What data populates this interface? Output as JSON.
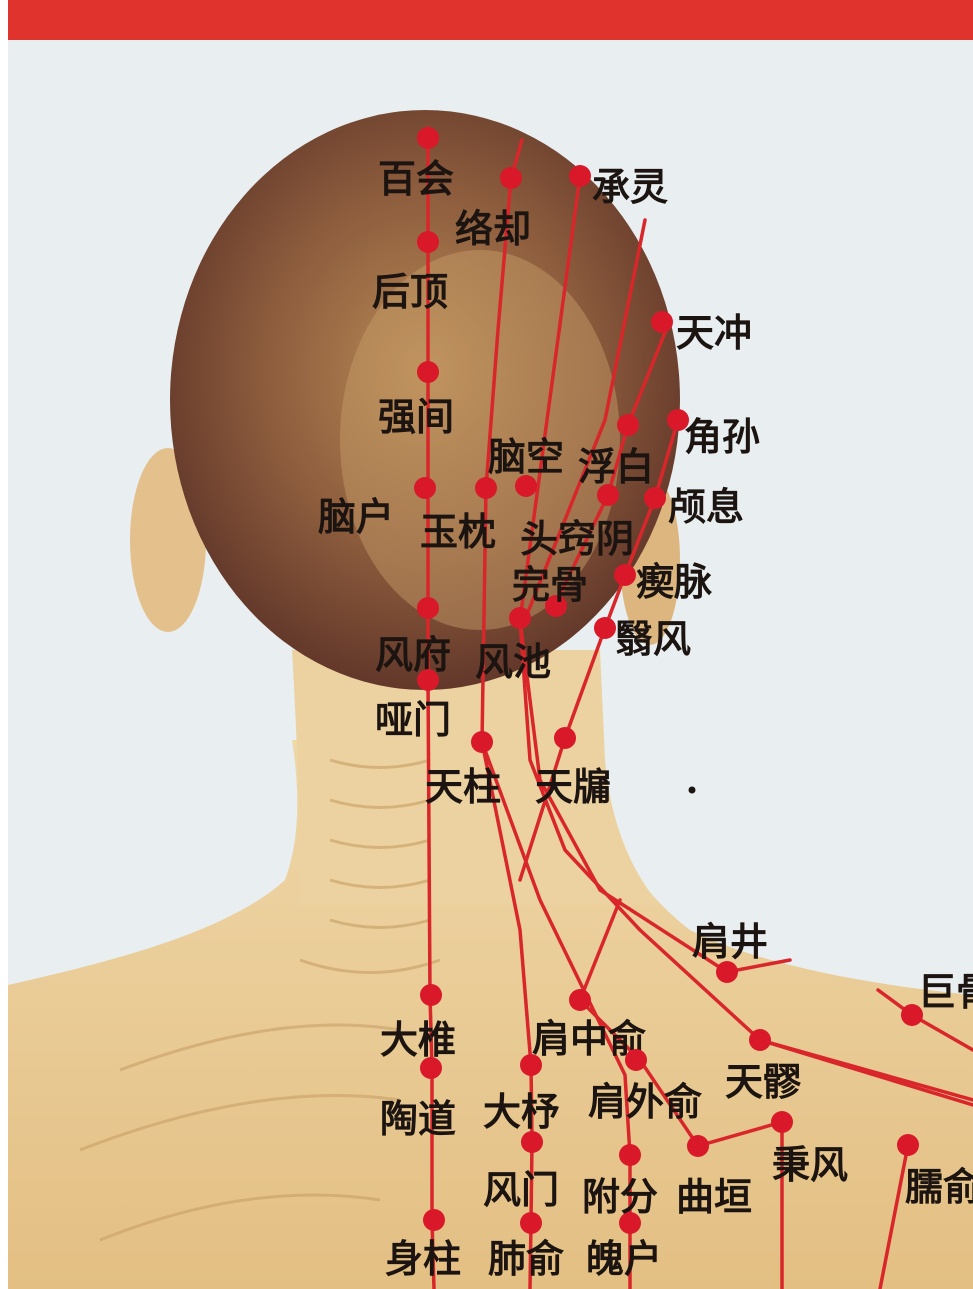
{
  "colors": {
    "meridian": "#d8262a",
    "point": "#d9182a",
    "top_band": "#e0332e",
    "background": "#e9eef0",
    "skin": "#e8c88f",
    "hair": "#5a3026"
  },
  "points": [
    {
      "id": "baihui",
      "label": "百会"
    },
    {
      "id": "luoque",
      "label": "络却"
    },
    {
      "id": "chengling",
      "label": "承灵"
    },
    {
      "id": "houding",
      "label": "后顶"
    },
    {
      "id": "tianchong",
      "label": "天冲"
    },
    {
      "id": "qiangjian",
      "label": "强间"
    },
    {
      "id": "jiaosun",
      "label": "角孙"
    },
    {
      "id": "naokong",
      "label": "脑空"
    },
    {
      "id": "fubai",
      "label": "浮白"
    },
    {
      "id": "naohu",
      "label": "脑户"
    },
    {
      "id": "luxi",
      "label": "颅息"
    },
    {
      "id": "yuzhen",
      "label": "玉枕"
    },
    {
      "id": "touqiaoyin",
      "label": "头窍阴"
    },
    {
      "id": "wangu",
      "label": "完骨"
    },
    {
      "id": "chimai",
      "label": "瘈脉"
    },
    {
      "id": "fengfu",
      "label": "风府"
    },
    {
      "id": "fengchi",
      "label": "风池"
    },
    {
      "id": "yifeng",
      "label": "翳风"
    },
    {
      "id": "yamen",
      "label": "哑门"
    },
    {
      "id": "tianzhu",
      "label": "天柱"
    },
    {
      "id": "tianyou",
      "label": "天牖"
    },
    {
      "id": "jianjing",
      "label": "肩井"
    },
    {
      "id": "jugu",
      "label": "巨骨"
    },
    {
      "id": "dazhui",
      "label": "大椎"
    },
    {
      "id": "jianzhongshu",
      "label": "肩中俞"
    },
    {
      "id": "tianliao",
      "label": "天髎"
    },
    {
      "id": "taodao",
      "label": "陶道"
    },
    {
      "id": "dazhu",
      "label": "大杼"
    },
    {
      "id": "jianwaishu",
      "label": "肩外俞"
    },
    {
      "id": "bingfeng",
      "label": "秉风"
    },
    {
      "id": "naoshu",
      "label": "臑俞"
    },
    {
      "id": "fengmen",
      "label": "风门"
    },
    {
      "id": "fufen",
      "label": "附分"
    },
    {
      "id": "quyuan",
      "label": "曲垣"
    },
    {
      "id": "shenzhu",
      "label": "身柱"
    },
    {
      "id": "feishu",
      "label": "肺俞"
    },
    {
      "id": "pohu",
      "label": "魄户"
    }
  ]
}
